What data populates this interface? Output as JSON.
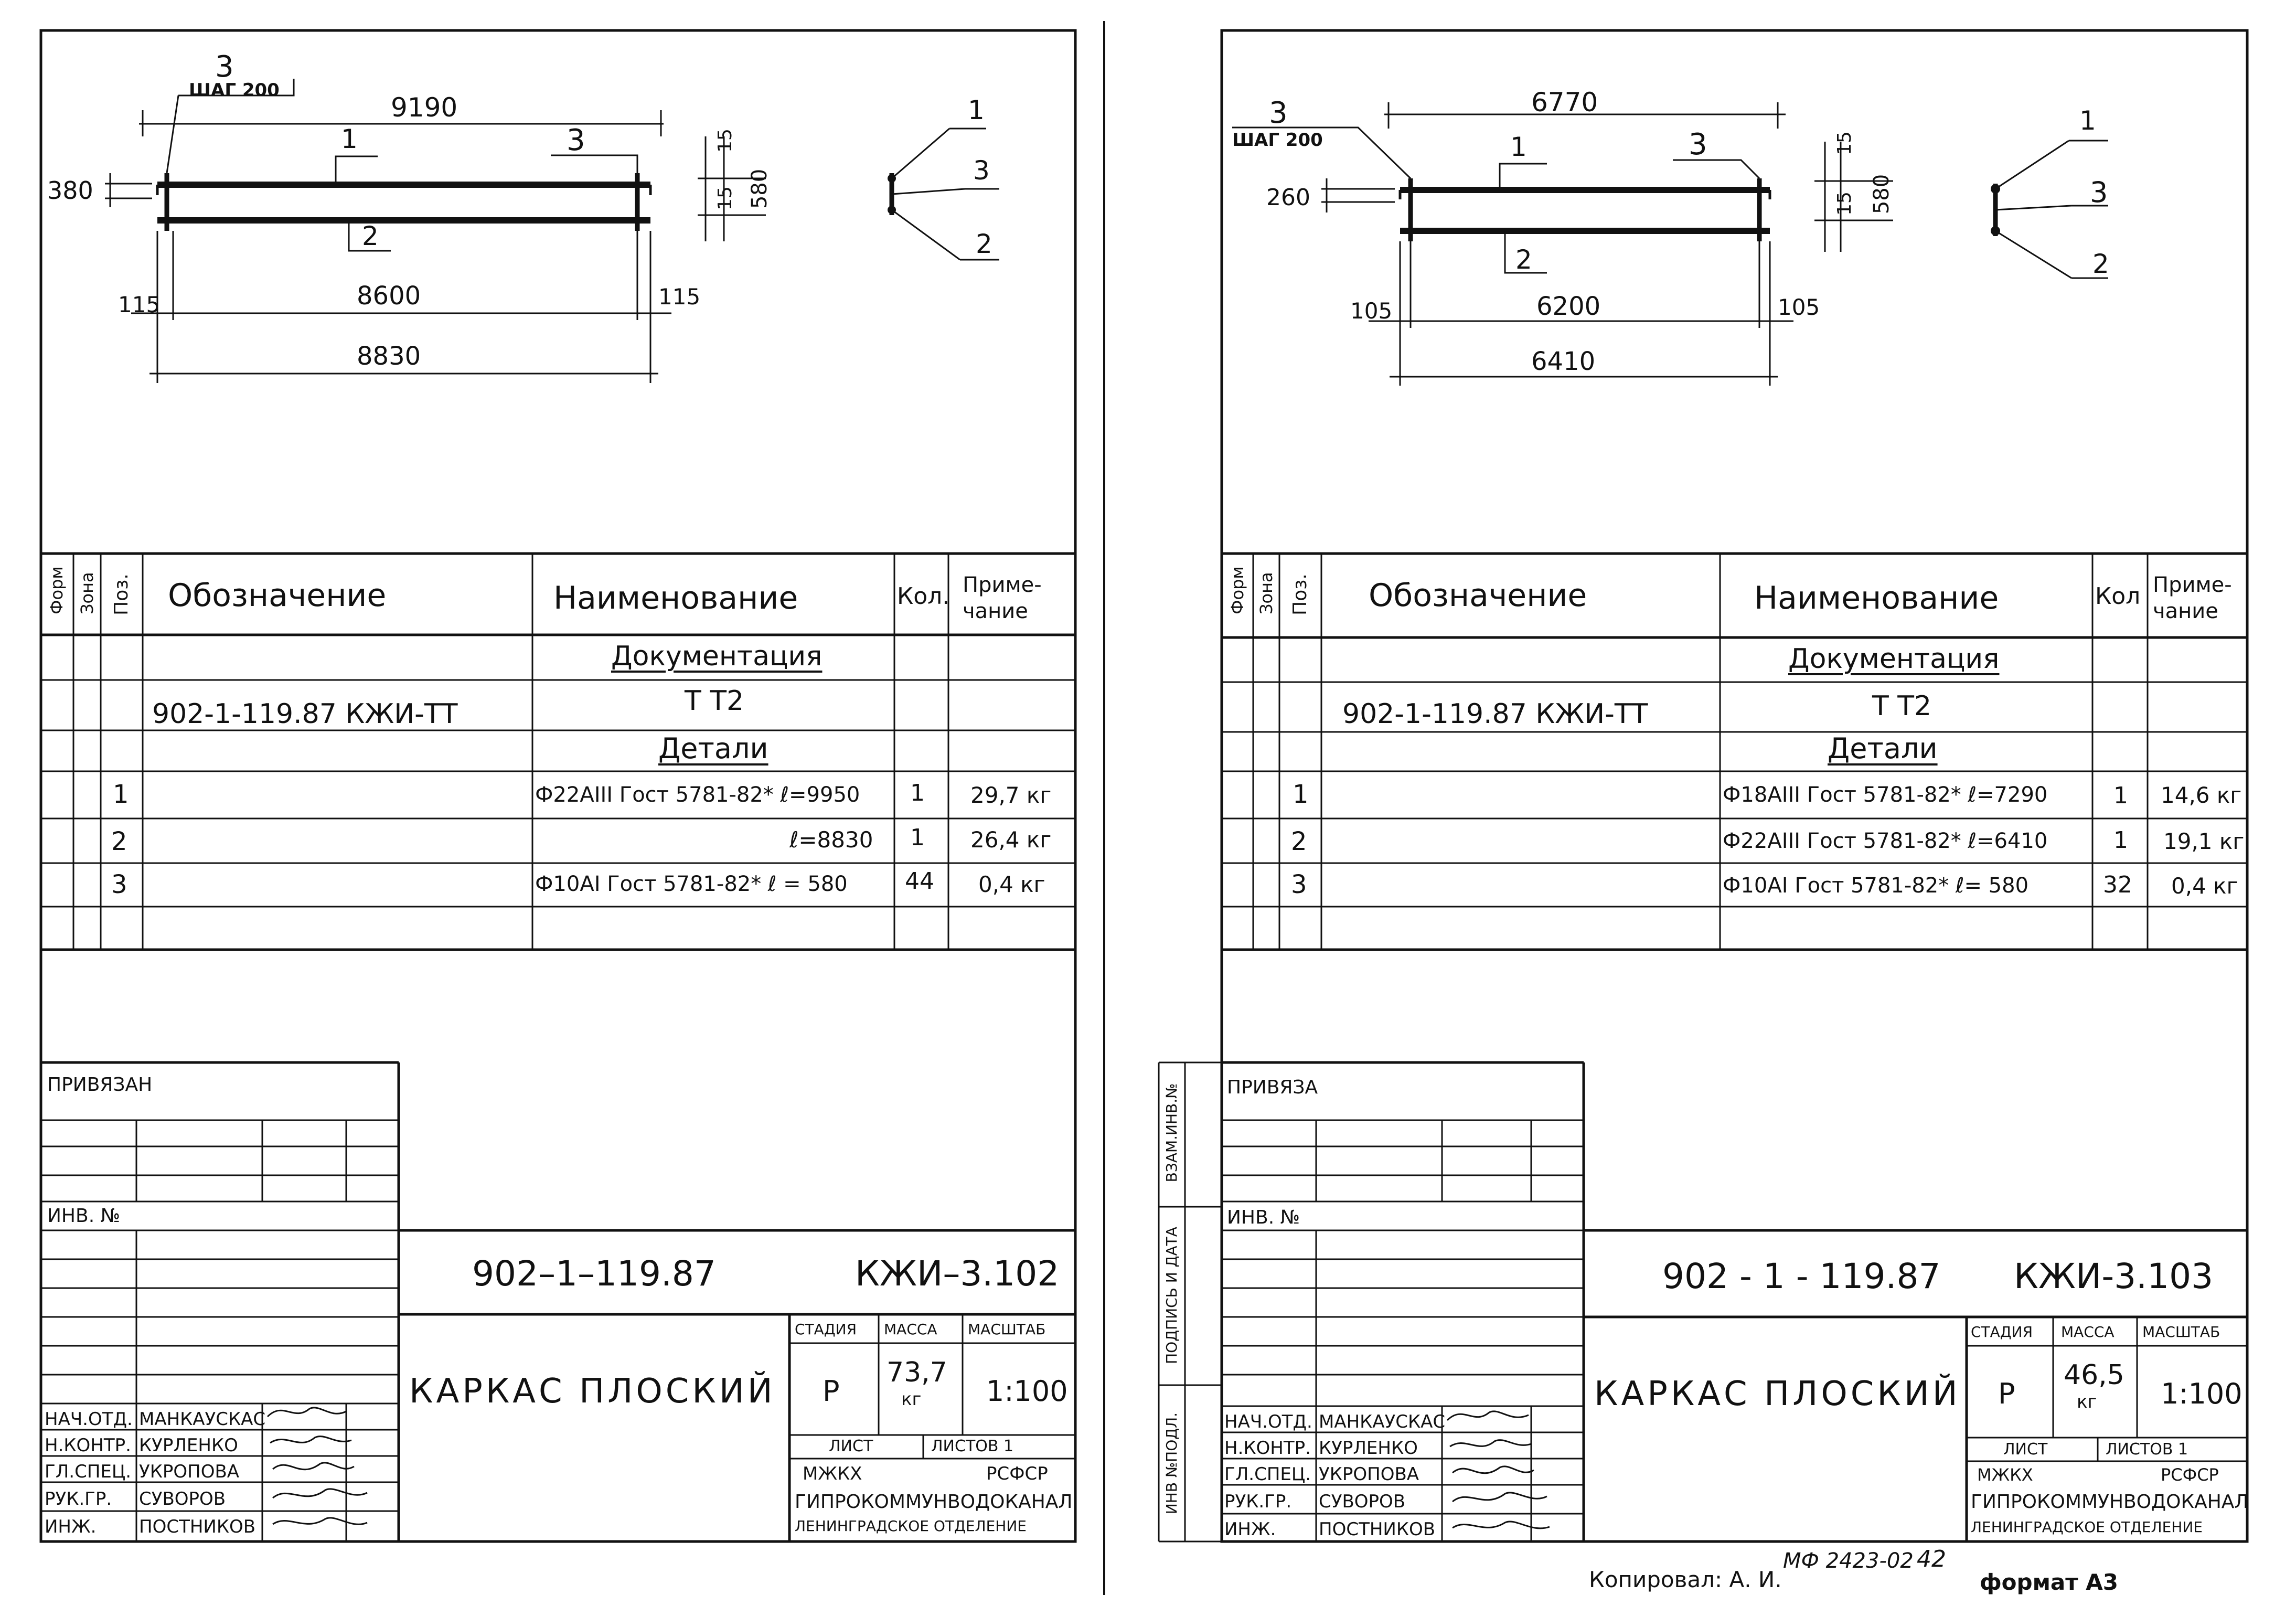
{
  "sheets": [
    {
      "drawing": {
        "callout_pos3": "3",
        "step_label": "ШАГ 200",
        "dim_top": "9190",
        "dim_height": "380",
        "pos1_label": "1",
        "pos3_label": "3",
        "pos2_label": "2",
        "dim_15a": "15",
        "dim_15b": "15",
        "dim_580": "580",
        "side_1": "1",
        "side_3": "3",
        "side_2": "2",
        "dim_left": "115",
        "dim_mid": "8600",
        "dim_right": "115",
        "dim_total": "8830"
      },
      "spec": {
        "headers": {
          "form": "Форм",
          "zone": "Зона",
          "pos": "Поз.",
          "designation": "Обозначение",
          "name": "Наименование",
          "qty": "Кол.",
          "note": "Приме-чание"
        },
        "section_docs": "Документация",
        "doc_designation": "902-1-119.87   КЖИ-ТТ",
        "doc_name": "Т Т2",
        "section_details": "Детали",
        "rows": [
          {
            "pos": "1",
            "name": "Ф22АIII Гост 5781-82* ℓ=9950",
            "qty": "1",
            "note": "29,7 кг"
          },
          {
            "pos": "2",
            "name": "ℓ=8830",
            "qty": "1",
            "note": "26,4 кг"
          },
          {
            "pos": "3",
            "name": "Ф10АI Гост 5781-82* ℓ = 580",
            "qty": "44",
            "note": "0,4 кг"
          }
        ]
      },
      "stamp": {
        "privyazan": "ПРИВЯЗАН",
        "inv_no": "ИНВ. №",
        "code": "902–1–119.87",
        "sheet_code": "КЖИ–3.102",
        "title": "КАРКАС ПЛОСКИЙ",
        "stage_label": "СТАДИЯ",
        "mass_label": "МАССА",
        "scale_label": "МАСШТАБ",
        "stage": "Р",
        "mass": "73,7",
        "mass_unit": "кг",
        "scale": "1:100",
        "sheet_label": "ЛИСТ",
        "sheets_label": "ЛИСТОВ 1",
        "org1": "МЖКХ",
        "org2": "РСФСР",
        "org3": "ГИПРОКОММУНВОДОКАНАЛ",
        "org4": "ЛЕНИНГРАДСКОЕ ОТДЕЛЕНИЕ",
        "staff": [
          {
            "role": "НАЧ.ОТД.",
            "name": "МАНКАУСКАС"
          },
          {
            "role": "Н.КОНТР.",
            "name": "КУРЛЕНКО"
          },
          {
            "role": "ГЛ.СПЕЦ.",
            "name": "УКРОПОВА"
          },
          {
            "role": "РУК.ГР.",
            "name": "СУВОРОВ"
          },
          {
            "role": "ИНЖ.",
            "name": "ПОСТНИКОВ"
          }
        ]
      }
    },
    {
      "drawing": {
        "callout_pos3": "3",
        "step_label": "ШАГ 200",
        "dim_top": "6770",
        "dim_height": "260",
        "pos1_label": "1",
        "pos3_label": "3",
        "pos2_label": "2",
        "dim_15a": "15",
        "dim_15b": "15",
        "dim_580": "580",
        "side_1": "1",
        "side_3": "3",
        "side_2": "2",
        "dim_left": "105",
        "dim_mid": "6200",
        "dim_right": "105",
        "dim_total": "6410"
      },
      "spec": {
        "headers": {
          "form": "Форм",
          "zone": "Зона",
          "pos": "Поз.",
          "designation": "Обозначение",
          "name": "Наименование",
          "qty": "Кол",
          "note": "Приме-чание"
        },
        "section_docs": "Документация",
        "doc_designation": "902-1-119.87   КЖИ-ТТ",
        "doc_name": "Т Т2",
        "section_details": "Детали",
        "rows": [
          {
            "pos": "1",
            "name": "Ф18АIII Гост 5781-82* ℓ=7290",
            "qty": "1",
            "note": "14,6 кг"
          },
          {
            "pos": "2",
            "name": "Ф22АIII Гост 5781-82* ℓ=6410",
            "qty": "1",
            "note": "19,1 кг"
          },
          {
            "pos": "3",
            "name": "Ф10АI Гост 5781-82* ℓ= 580",
            "qty": "32",
            "note": "0,4 кг"
          }
        ]
      },
      "stamp": {
        "privyazan": "ПРИВЯЗА",
        "inv_no": "ИНВ. №",
        "code": "902 - 1 - 119.87",
        "sheet_code": "КЖИ-3.103",
        "title": "КАРКАС ПЛОСКИЙ",
        "stage_label": "СТАДИЯ",
        "mass_label": "МАССА",
        "scale_label": "МАСШТАБ",
        "stage": "Р",
        "mass": "46,5",
        "mass_unit": "кг",
        "scale": "1:100",
        "sheet_label": "ЛИСТ",
        "sheets_label": "ЛИСТОВ 1",
        "org1": "МЖКХ",
        "org2": "РСФСР",
        "org3": "ГИПРОКОММУНВОДОКАНАЛ",
        "org4": "ЛЕНИНГРАДСКОЕ ОТДЕЛЕНИЕ",
        "staff": [
          {
            "role": "НАЧ.ОТД.",
            "name": "МАНКАУСКАС"
          },
          {
            "role": "Н.КОНТР.",
            "name": "КУРЛЕНКО"
          },
          {
            "role": "ГЛ.СПЕЦ.",
            "name": "УКРОПОВА"
          },
          {
            "role": "РУК.ГР.",
            "name": "СУВОРОВ"
          },
          {
            "role": "ИНЖ.",
            "name": "ПОСТНИКОВ"
          }
        ]
      },
      "side_strip": {
        "vzam": "ВЗАМ.ИНВ.№",
        "podp": "ПОДПИСЬ И ДАТА",
        "inv_podl": "ИНВ №ПОДЛ."
      }
    }
  ],
  "footer": {
    "copied": "Копировал: А. И.",
    "order": "МФ 2423-02",
    "page": "42",
    "format": "формат А3"
  }
}
